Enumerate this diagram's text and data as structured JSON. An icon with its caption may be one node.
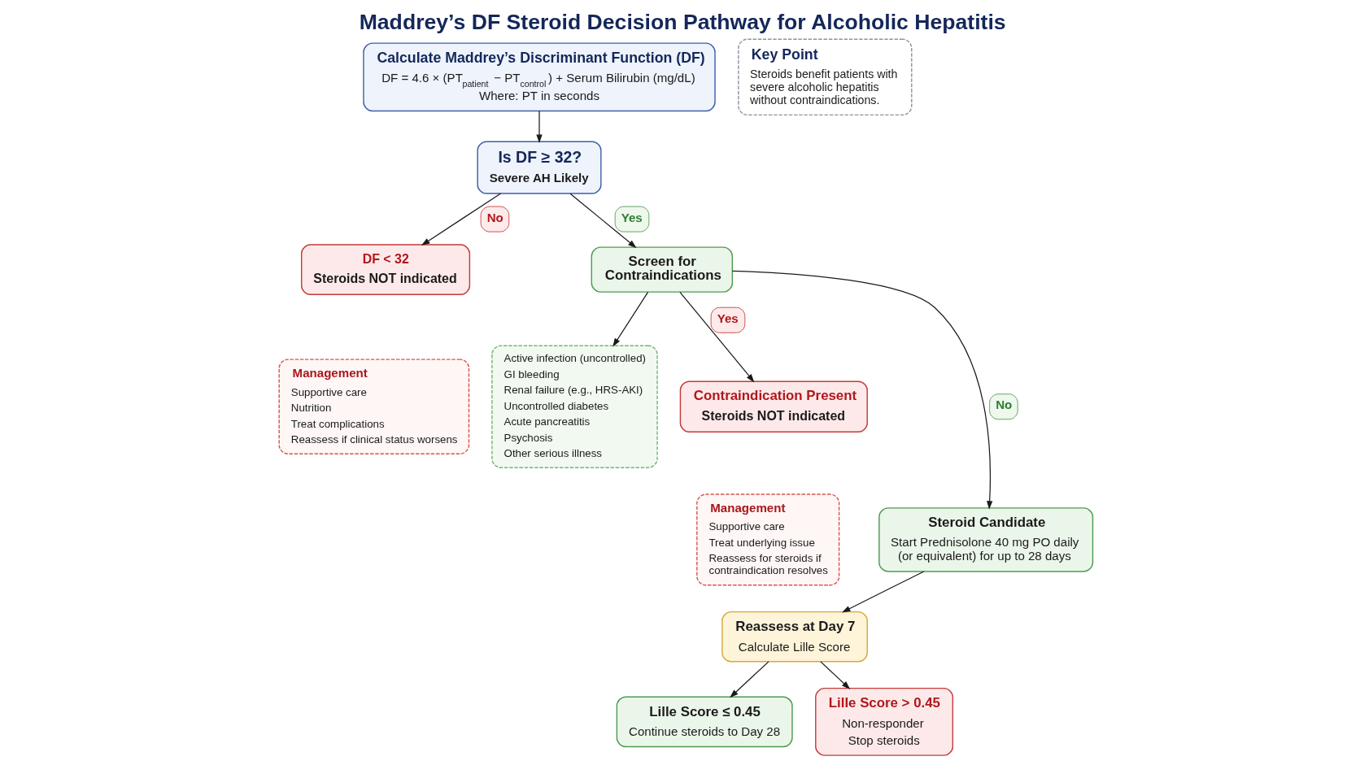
{
  "diagram": {
    "title": "Maddrey’s DF Steroid Decision Pathway for Alcoholic Hepatitis",
    "nodes": [
      {
        "text": [
          "Calculate Maddrey’s Discriminant Function (DF)",
          "DF = 4.6 × (PT$_{patient}$ − PT$_{control}$) + Serum Bilirubin (mg/dL)",
          "Where: PT in seconds"
        ]
      },
      {
        "text": [
          "Key Point",
          "Steroids benefit patients with severe alcoholic hepatitis without contraindications."
        ]
      },
      {
        "text": [
          "Is DF ≥ 32?",
          "Severe AH Likely"
        ]
      },
      {
        "text": [
          "DF < 32",
          "Steroids NOT indicated"
        ]
      },
      {
        "text": [
          "Management",
          "Supportive care",
          "Nutrition",
          "Treat complications",
          "Reassess if clinical status worsens"
        ]
      },
      {
        "text": [
          "Screen for Contraindications"
        ]
      },
      {
        "text": [
          "Active infection (uncontrolled)",
          "GI bleeding",
          "Renal failure (e.g., HRS-AKI)",
          "Uncontrolled diabetes",
          "Acute pancreatitis",
          "Psychosis",
          "Other serious illness"
        ]
      },
      {
        "text": [
          "Contraindication Present",
          "Steroids NOT indicated"
        ]
      },
      {
        "text": [
          "Management",
          "Supportive care",
          "Treat underlying issue",
          "Reassess for steroids if contraindication resolves"
        ]
      },
      {
        "text": [
          "Steroid Candidate",
          "Start Prednisolone 40 mg PO daily (or equivalent) for up to 28 days"
        ]
      },
      {
        "text": [
          "Reassess at Day 7",
          "Calculate Lille Score"
        ]
      },
      {
        "text": [
          "Lille Score ≤ 0.45",
          "Continue steroids to Day 28"
        ]
      },
      {
        "text": [
          "Lille Score > 0.45",
          "Non-responder",
          "Stop steroids"
        ]
      }
    ],
    "edges": [
      {
        "from": 0,
        "to": 2,
        "arrow": "to"
      },
      {
        "from": 2,
        "to": 3,
        "arrow": "to",
        "label": "No"
      },
      {
        "from": 2,
        "to": 5,
        "arrow": "to",
        "label": "Yes"
      },
      {
        "from": 5,
        "to": 6,
        "arrow": "to"
      },
      {
        "from": 5,
        "to": 7,
        "arrow": "to",
        "label": "Yes"
      },
      {
        "from": 5,
        "to": 9,
        "arrow": "to",
        "label": "No"
      },
      {
        "from": 9,
        "to": 10,
        "arrow": "to"
      },
      {
        "from": 10,
        "to": 11,
        "arrow": "to"
      },
      {
        "from": 10,
        "to": 12,
        "arrow": "to"
      }
    ]
  }
}
